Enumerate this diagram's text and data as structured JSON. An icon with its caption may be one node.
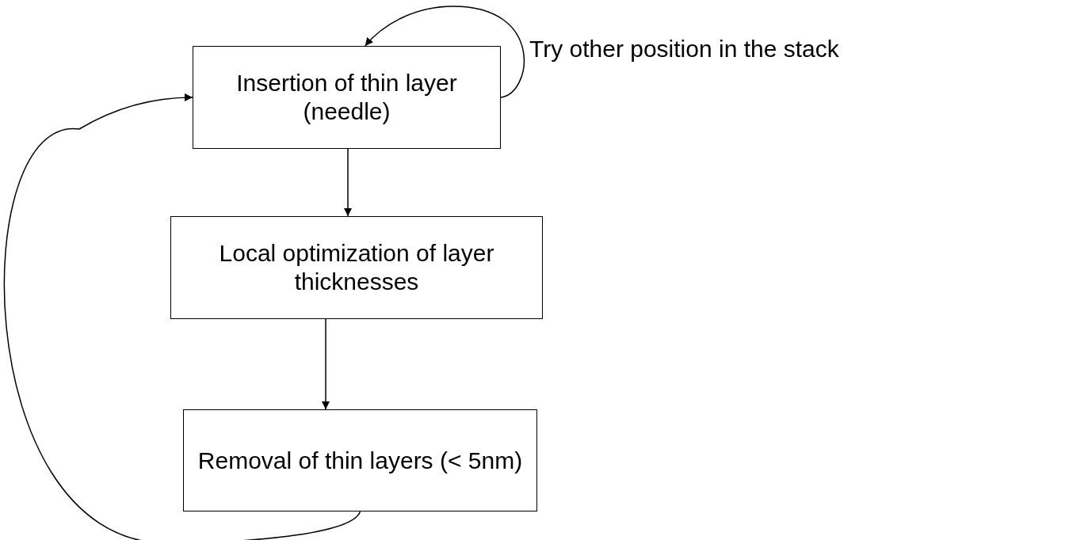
{
  "diagram": {
    "nodes": [
      {
        "text": [
          "Insertion of thin layer (needle)"
        ]
      },
      {
        "text": [
          "Local optimization of layer thicknesses"
        ]
      },
      {
        "text": [
          "Removal of thin layers (< 5nm)"
        ]
      }
    ],
    "edges": [
      {
        "from": 0,
        "to": 0,
        "arrow": "to",
        "label": "Try other position in the stack"
      },
      {
        "from": 0,
        "to": 1,
        "arrow": "to"
      },
      {
        "from": 1,
        "to": 2,
        "arrow": "to"
      },
      {
        "from": 2,
        "to": 0,
        "arrow": "to"
      }
    ]
  }
}
